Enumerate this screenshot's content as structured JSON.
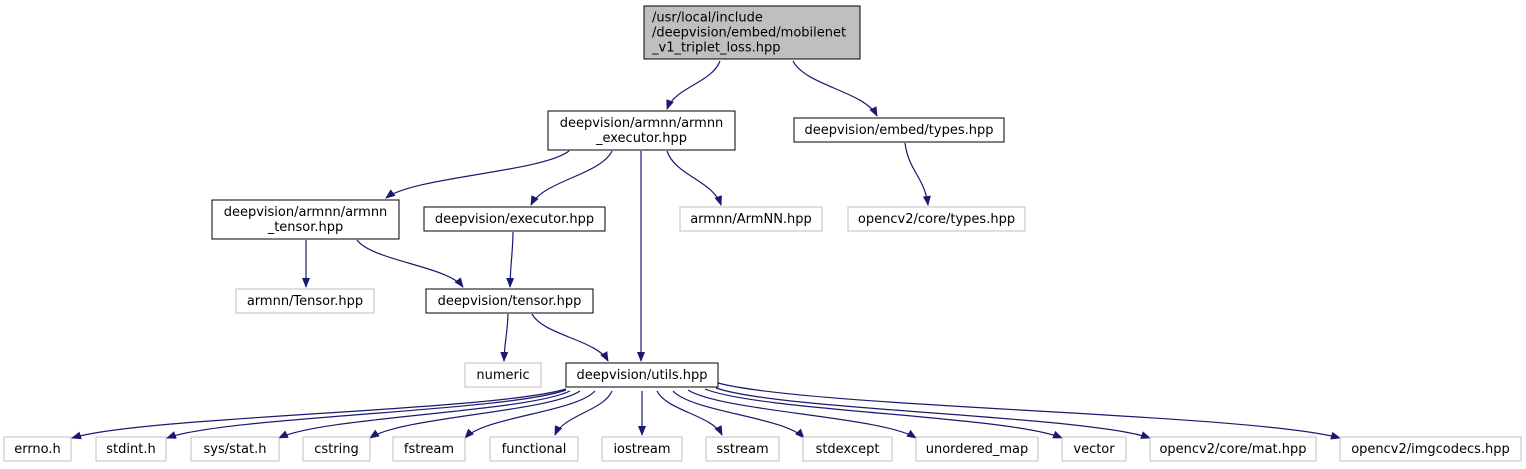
{
  "colors": {
    "edge": "#191970",
    "root_fill": "#bfbfbf",
    "node_border": "#000000",
    "external_border": "#bfbfbf",
    "text": "#000000"
  },
  "nodes": [
    {
      "id": "root",
      "kind": "root",
      "lines": [
        "/usr/local/include",
        "/deepvision/embed/mobilenet",
        "_v1_triplet_loss.hpp"
      ]
    },
    {
      "id": "armnn_executor",
      "kind": "local",
      "lines": [
        "deepvision/armnn/armnn",
        "_executor.hpp"
      ]
    },
    {
      "id": "embed_types",
      "kind": "local",
      "lines": [
        "deepvision/embed/types.hpp"
      ]
    },
    {
      "id": "armnn_tensor",
      "kind": "local",
      "lines": [
        "deepvision/armnn/armnn",
        "_tensor.hpp"
      ]
    },
    {
      "id": "executor",
      "kind": "local",
      "lines": [
        "deepvision/executor.hpp"
      ]
    },
    {
      "id": "armnn_armnn",
      "kind": "external",
      "lines": [
        "armnn/ArmNN.hpp"
      ]
    },
    {
      "id": "cv_core_types",
      "kind": "external",
      "lines": [
        "opencv2/core/types.hpp"
      ]
    },
    {
      "id": "armnn_tensor_ext",
      "kind": "external",
      "lines": [
        "armnn/Tensor.hpp"
      ]
    },
    {
      "id": "tensor",
      "kind": "local",
      "lines": [
        "deepvision/tensor.hpp"
      ]
    },
    {
      "id": "numeric",
      "kind": "external",
      "lines": [
        "numeric"
      ]
    },
    {
      "id": "utils",
      "kind": "local",
      "lines": [
        "deepvision/utils.hpp"
      ]
    },
    {
      "id": "errno",
      "kind": "external",
      "lines": [
        "errno.h"
      ]
    },
    {
      "id": "stdint",
      "kind": "external",
      "lines": [
        "stdint.h"
      ]
    },
    {
      "id": "sysstat",
      "kind": "external",
      "lines": [
        "sys/stat.h"
      ]
    },
    {
      "id": "cstring",
      "kind": "external",
      "lines": [
        "cstring"
      ]
    },
    {
      "id": "fstream",
      "kind": "external",
      "lines": [
        "fstream"
      ]
    },
    {
      "id": "functional",
      "kind": "external",
      "lines": [
        "functional"
      ]
    },
    {
      "id": "iostream",
      "kind": "external",
      "lines": [
        "iostream"
      ]
    },
    {
      "id": "sstream",
      "kind": "external",
      "lines": [
        "sstream"
      ]
    },
    {
      "id": "stdexcept",
      "kind": "external",
      "lines": [
        "stdexcept"
      ]
    },
    {
      "id": "unordered_map",
      "kind": "external",
      "lines": [
        "unordered_map"
      ]
    },
    {
      "id": "vector",
      "kind": "external",
      "lines": [
        "vector"
      ]
    },
    {
      "id": "cv_mat",
      "kind": "external",
      "lines": [
        "opencv2/core/mat.hpp"
      ]
    },
    {
      "id": "cv_imgcodecs",
      "kind": "external",
      "lines": [
        "opencv2/imgcodecs.hpp"
      ]
    }
  ],
  "edges": [
    [
      "root",
      "armnn_executor"
    ],
    [
      "root",
      "embed_types"
    ],
    [
      "armnn_executor",
      "armnn_tensor"
    ],
    [
      "armnn_executor",
      "executor"
    ],
    [
      "armnn_executor",
      "utils"
    ],
    [
      "armnn_executor",
      "armnn_armnn"
    ],
    [
      "embed_types",
      "cv_core_types"
    ],
    [
      "armnn_tensor",
      "armnn_tensor_ext"
    ],
    [
      "armnn_tensor",
      "tensor"
    ],
    [
      "executor",
      "tensor"
    ],
    [
      "tensor",
      "numeric"
    ],
    [
      "tensor",
      "utils"
    ],
    [
      "utils",
      "errno"
    ],
    [
      "utils",
      "stdint"
    ],
    [
      "utils",
      "sysstat"
    ],
    [
      "utils",
      "cstring"
    ],
    [
      "utils",
      "fstream"
    ],
    [
      "utils",
      "functional"
    ],
    [
      "utils",
      "iostream"
    ],
    [
      "utils",
      "sstream"
    ],
    [
      "utils",
      "stdexcept"
    ],
    [
      "utils",
      "unordered_map"
    ],
    [
      "utils",
      "vector"
    ],
    [
      "utils",
      "cv_mat"
    ],
    [
      "utils",
      "cv_imgcodecs"
    ]
  ]
}
